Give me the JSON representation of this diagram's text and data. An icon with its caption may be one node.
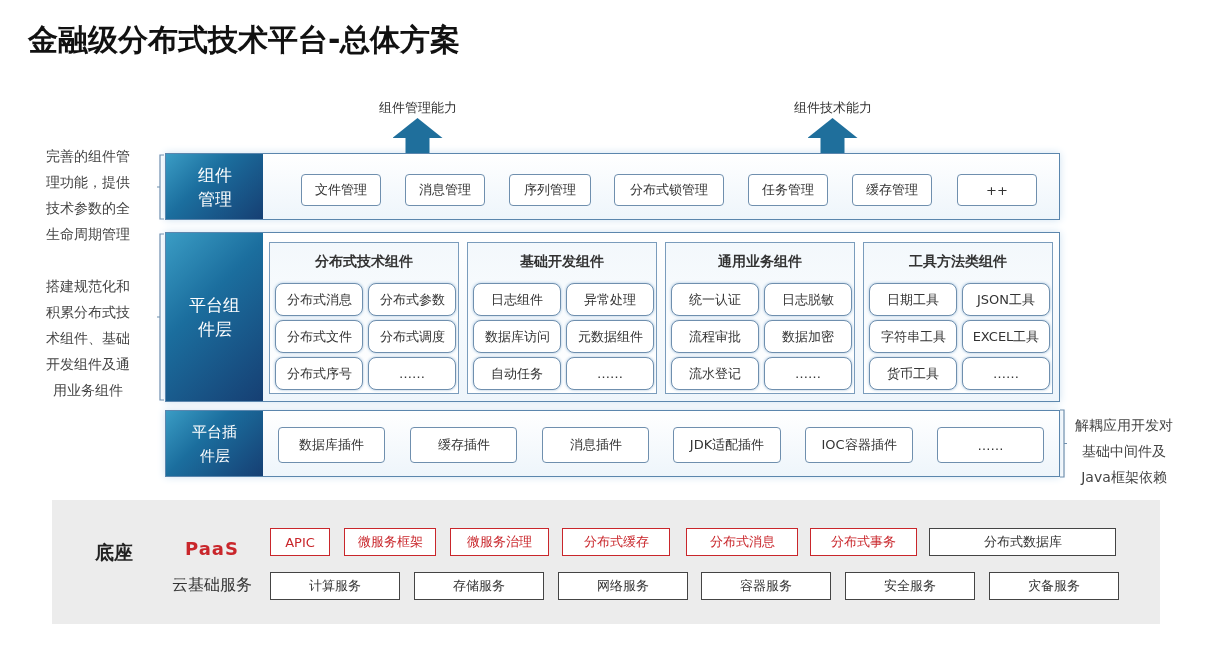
{
  "diagram": {
    "title": "金融级分布式技术平台-总体方案",
    "nodes": [
      {
        "text": [
          "组件管理"
        ]
      },
      {
        "text": [
          "文件管理"
        ],
        "in": 0
      },
      {
        "text": [
          "消息管理"
        ],
        "in": 0
      },
      {
        "text": [
          "序列管理"
        ],
        "in": 0
      },
      {
        "text": [
          "分布式锁管理"
        ],
        "in": 0
      },
      {
        "text": [
          "任务管理"
        ],
        "in": 0
      },
      {
        "text": [
          "缓存管理"
        ],
        "in": 0
      },
      {
        "text": [
          "++"
        ],
        "in": 0
      },
      {
        "text": [
          "平台组件层"
        ]
      },
      {
        "text": [
          "分布式技术组件"
        ],
        "in": 8
      },
      {
        "text": [
          "分布式消息"
        ],
        "in": 9
      },
      {
        "text": [
          "分布式参数"
        ],
        "in": 9
      },
      {
        "text": [
          "分布式文件"
        ],
        "in": 9
      },
      {
        "text": [
          "分布式调度"
        ],
        "in": 9
      },
      {
        "text": [
          "分布式序号"
        ],
        "in": 9
      },
      {
        "text": [
          "……"
        ],
        "in": 9
      },
      {
        "text": [
          "基础开发组件"
        ],
        "in": 8
      },
      {
        "text": [
          "日志组件"
        ],
        "in": 16
      },
      {
        "text": [
          "异常处理"
        ],
        "in": 16
      },
      {
        "text": [
          "数据库访问"
        ],
        "in": 16
      },
      {
        "text": [
          "元数据组件"
        ],
        "in": 16
      },
      {
        "text": [
          "自动任务"
        ],
        "in": 16
      },
      {
        "text": [
          "……"
        ],
        "in": 16
      },
      {
        "text": [
          "通用业务组件"
        ],
        "in": 8
      },
      {
        "text": [
          "统一认证"
        ],
        "in": 23
      },
      {
        "text": [
          "日志脱敏"
        ],
        "in": 23
      },
      {
        "text": [
          "流程审批"
        ],
        "in": 23
      },
      {
        "text": [
          "数据加密"
        ],
        "in": 23
      },
      {
        "text": [
          "流水登记"
        ],
        "in": 23
      },
      {
        "text": [
          "……"
        ],
        "in": 23
      },
      {
        "text": [
          "工具方法类组件"
        ],
        "in": 8
      },
      {
        "text": [
          "日期工具"
        ],
        "in": 30
      },
      {
        "text": [
          "JSON工具"
        ],
        "in": 30
      },
      {
        "text": [
          "字符串工具"
        ],
        "in": 30
      },
      {
        "text": [
          "EXCEL工具"
        ],
        "in": 30
      },
      {
        "text": [
          "货币工具"
        ],
        "in": 30
      },
      {
        "text": [
          "……"
        ],
        "in": 30
      },
      {
        "text": [
          "平台插件层"
        ]
      },
      {
        "text": [
          "数据库插件"
        ],
        "in": 37
      },
      {
        "text": [
          "缓存插件"
        ],
        "in": 37
      },
      {
        "text": [
          "消息插件"
        ],
        "in": 37
      },
      {
        "text": [
          "JDK适配插件"
        ],
        "in": 37
      },
      {
        "text": [
          "IOC容器插件"
        ],
        "in": 37
      },
      {
        "text": [
          "……"
        ],
        "in": 37
      },
      {
        "text": [
          "底座",
          "PaaS",
          "云基础服务"
        ]
      },
      {
        "text": [
          "APIC"
        ],
        "in": 44
      },
      {
        "text": [
          "微服务框架"
        ],
        "in": 44
      },
      {
        "text": [
          "微服务治理"
        ],
        "in": 44
      },
      {
        "text": [
          "分布式缓存"
        ],
        "in": 44
      },
      {
        "text": [
          "分布式消息"
        ],
        "in": 44
      },
      {
        "text": [
          "分布式事务"
        ],
        "in": 44
      },
      {
        "text": [
          "分布式数据库"
        ],
        "in": 44
      },
      {
        "text": [
          "计算服务"
        ],
        "in": 44
      },
      {
        "text": [
          "存储服务"
        ],
        "in": 44
      },
      {
        "text": [
          "网络服务"
        ],
        "in": 44
      },
      {
        "text": [
          "容器服务"
        ],
        "in": 44
      },
      {
        "text": [
          "安全服务"
        ],
        "in": 44
      },
      {
        "text": [
          "灾备服务"
        ],
        "in": 44
      },
      {
        "text": [
          "组件管理能力"
        ]
      },
      {
        "text": [
          "组件技术能力"
        ]
      }
    ],
    "edges": [
      {
        "from": 0,
        "to": 58,
        "arrow": "to"
      },
      {
        "from": 0,
        "to": 59,
        "arrow": "to"
      }
    ],
    "labels": [
      "完善的组件管理功能，提供技术参数的全生命周期管理",
      "搭建规范化和积累分布式技术组件、基础开发组件及通用业务组件",
      "解耦应用开发对基础中间件及Java框架依赖"
    ]
  }
}
